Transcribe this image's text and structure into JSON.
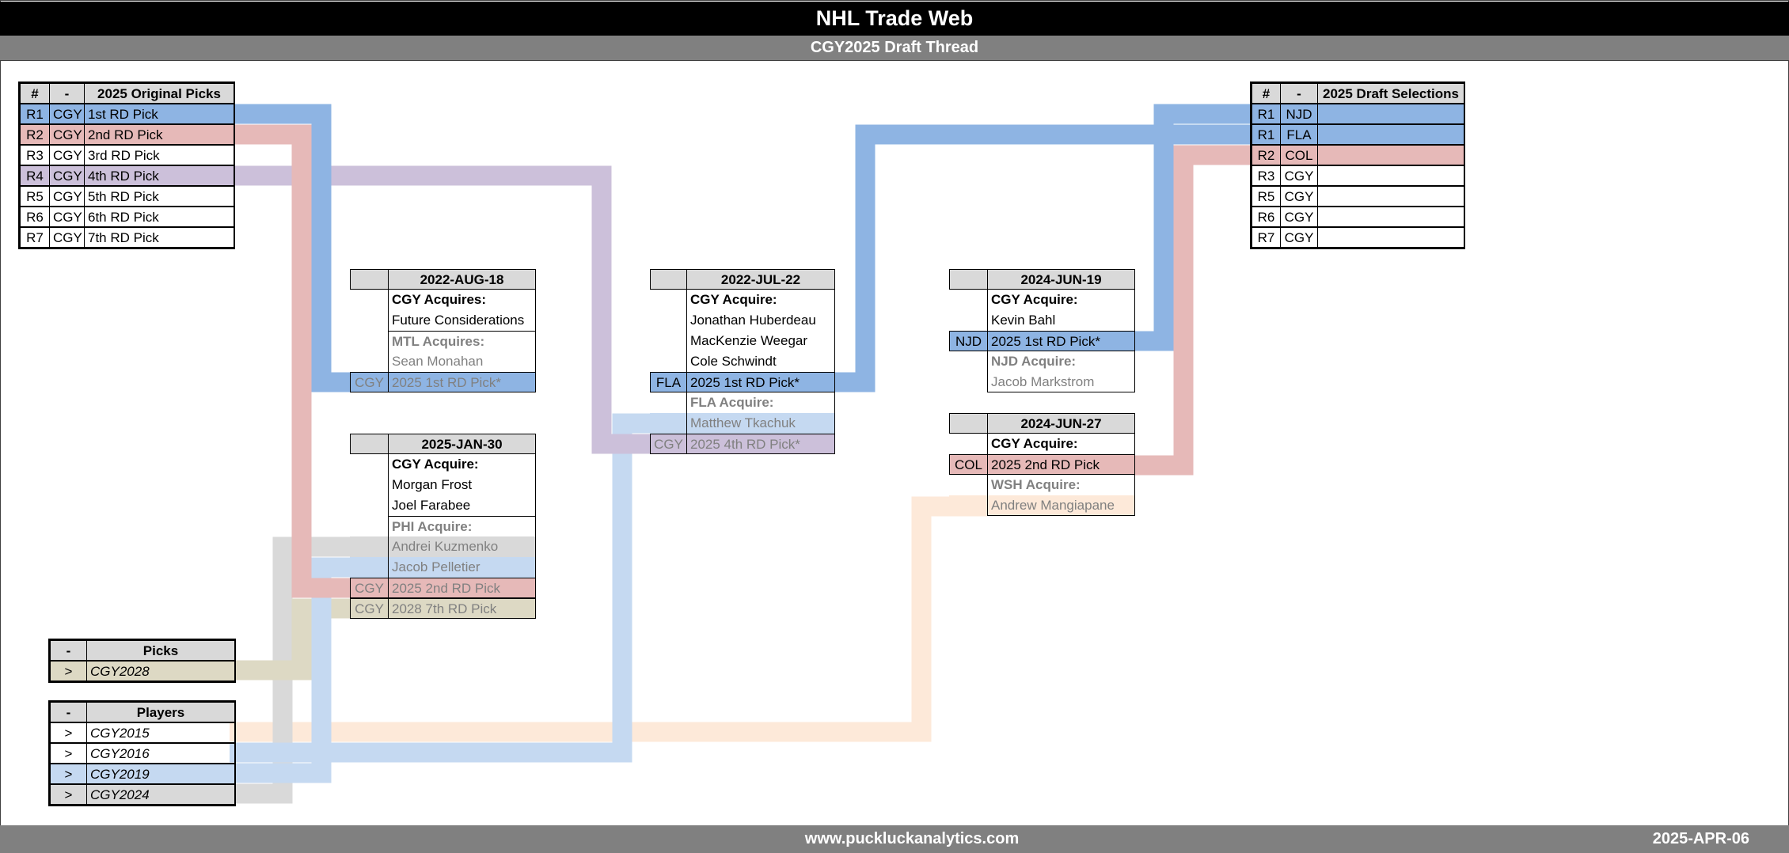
{
  "header": {
    "title": "NHL Trade Web",
    "subtitle": "CGY2025 Draft Thread"
  },
  "footer": {
    "site": "www.puckluckanalytics.com",
    "date": "2025-APR-06"
  },
  "colors": {
    "blue": "#8EB4E3",
    "red": "#E6B9B8",
    "purple": "#CCC0DA",
    "lightblue": "#C5D9F1",
    "gray": "#D9D9D9",
    "tan": "#DDD9C4",
    "peach": "#FDE9D9",
    "header": "#D9D9D9",
    "muted_text": "#808080"
  },
  "original_picks": {
    "headers": [
      "#",
      "-",
      "2025 Original Picks"
    ],
    "rows": [
      {
        "round": "R1",
        "team": "CGY",
        "pick": "1st RD Pick",
        "fill": "blue"
      },
      {
        "round": "R2",
        "team": "CGY",
        "pick": "2nd RD Pick",
        "fill": "red"
      },
      {
        "round": "R3",
        "team": "CGY",
        "pick": "3rd RD Pick",
        "fill": ""
      },
      {
        "round": "R4",
        "team": "CGY",
        "pick": "4th RD Pick",
        "fill": "purple"
      },
      {
        "round": "R5",
        "team": "CGY",
        "pick": "5th RD Pick",
        "fill": ""
      },
      {
        "round": "R6",
        "team": "CGY",
        "pick": "6th RD Pick",
        "fill": ""
      },
      {
        "round": "R7",
        "team": "CGY",
        "pick": "7th RD Pick",
        "fill": ""
      }
    ]
  },
  "draft_selections": {
    "headers": [
      "#",
      "-",
      "2025 Draft Selections"
    ],
    "rows": [
      {
        "round": "R1",
        "team": "NJD",
        "pick": "",
        "fill": "blue"
      },
      {
        "round": "R1",
        "team": "FLA",
        "pick": "",
        "fill": "blue"
      },
      {
        "round": "R2",
        "team": "COL",
        "pick": "",
        "fill": "red"
      },
      {
        "round": "R3",
        "team": "CGY",
        "pick": "",
        "fill": ""
      },
      {
        "round": "R5",
        "team": "CGY",
        "pick": "",
        "fill": ""
      },
      {
        "round": "R6",
        "team": "CGY",
        "pick": "",
        "fill": ""
      },
      {
        "round": "R7",
        "team": "CGY",
        "pick": "",
        "fill": ""
      }
    ]
  },
  "picks": {
    "headers": [
      "-",
      "Picks"
    ],
    "rows": [
      {
        "marker": ">",
        "label": "CGY2028",
        "fill": "tan"
      }
    ]
  },
  "players": {
    "headers": [
      "-",
      "Players"
    ],
    "rows": [
      {
        "marker": ">",
        "label": "CGY2015",
        "fill": ""
      },
      {
        "marker": ">",
        "label": "CGY2016",
        "fill": ""
      },
      {
        "marker": ">",
        "label": "CGY2019",
        "fill": "lightblue"
      },
      {
        "marker": ">",
        "label": "CGY2024",
        "fill": "gray"
      }
    ]
  },
  "trades": [
    {
      "id": "trade-2022-aug-18",
      "date": "2022-AUG-18",
      "rows": [
        {
          "team": "",
          "text": "CGY Acquires:",
          "style": "bold",
          "fill": ""
        },
        {
          "team": "",
          "text": "Future Considerations",
          "style": "normal",
          "fill": ""
        },
        {
          "team": "",
          "text": "MTL Acquires:",
          "style": "gray-bold",
          "fill": "",
          "sep": true
        },
        {
          "team": "",
          "text": "Sean Monahan",
          "style": "gray",
          "fill": ""
        },
        {
          "team": "CGY",
          "text": "2025 1st RD Pick*",
          "style": "gray",
          "fill": "blue"
        }
      ]
    },
    {
      "id": "trade-2025-jan-30",
      "date": "2025-JAN-30",
      "rows": [
        {
          "team": "",
          "text": "CGY Acquire:",
          "style": "bold",
          "fill": ""
        },
        {
          "team": "",
          "text": "Morgan Frost",
          "style": "normal",
          "fill": ""
        },
        {
          "team": "",
          "text": "Joel Farabee",
          "style": "normal",
          "fill": ""
        },
        {
          "team": "",
          "text": "PHI Acquire:",
          "style": "gray-bold",
          "fill": "",
          "sep": true
        },
        {
          "team": "",
          "text": "Andrei Kuzmenko",
          "style": "gray",
          "fill": "gray"
        },
        {
          "team": "",
          "text": "Jacob Pelletier",
          "style": "gray",
          "fill": "lightblue"
        },
        {
          "team": "CGY",
          "text": "2025 2nd RD Pick",
          "style": "gray",
          "fill": "red"
        },
        {
          "team": "CGY",
          "text": "2028 7th RD Pick",
          "style": "gray",
          "fill": "tan"
        }
      ]
    },
    {
      "id": "trade-2022-jul-22",
      "date": "2022-JUL-22",
      "rows": [
        {
          "team": "",
          "text": "CGY Acquire:",
          "style": "bold",
          "fill": ""
        },
        {
          "team": "",
          "text": "Jonathan Huberdeau",
          "style": "normal",
          "fill": ""
        },
        {
          "team": "",
          "text": "MacKenzie Weegar",
          "style": "normal",
          "fill": ""
        },
        {
          "team": "",
          "text": "Cole Schwindt",
          "style": "normal",
          "fill": ""
        },
        {
          "team": "FLA",
          "text": "2025 1st RD Pick*",
          "style": "normal",
          "fill": "blue"
        },
        {
          "team": "",
          "text": "FLA Acquire:",
          "style": "gray-bold",
          "fill": ""
        },
        {
          "team": "",
          "text": "Matthew Tkachuk",
          "style": "gray",
          "fill": "lightblue"
        },
        {
          "team": "CGY",
          "text": "2025 4th RD Pick*",
          "style": "gray",
          "fill": "purple"
        }
      ]
    },
    {
      "id": "trade-2024-jun-19",
      "date": "2024-JUN-19",
      "rows": [
        {
          "team": "",
          "text": "CGY Acquire:",
          "style": "bold",
          "fill": ""
        },
        {
          "team": "",
          "text": "Kevin Bahl",
          "style": "normal",
          "fill": ""
        },
        {
          "team": "NJD",
          "text": "2025 1st RD Pick*",
          "style": "normal",
          "fill": "blue"
        },
        {
          "team": "",
          "text": "NJD Acquire:",
          "style": "gray-bold",
          "fill": ""
        },
        {
          "team": "",
          "text": "Jacob Markstrom",
          "style": "gray",
          "fill": ""
        }
      ]
    },
    {
      "id": "trade-2024-jun-27",
      "date": "2024-JUN-27",
      "rows": [
        {
          "team": "",
          "text": "CGY Acquire:",
          "style": "bold",
          "fill": ""
        },
        {
          "team": "COL",
          "text": "2025 2nd RD Pick",
          "style": "normal",
          "fill": "red"
        },
        {
          "team": "",
          "text": "WSH Acquire:",
          "style": "gray-bold",
          "fill": ""
        },
        {
          "team": "",
          "text": "Andrew Mangiapane",
          "style": "gray",
          "fill": "peach"
        }
      ]
    }
  ]
}
